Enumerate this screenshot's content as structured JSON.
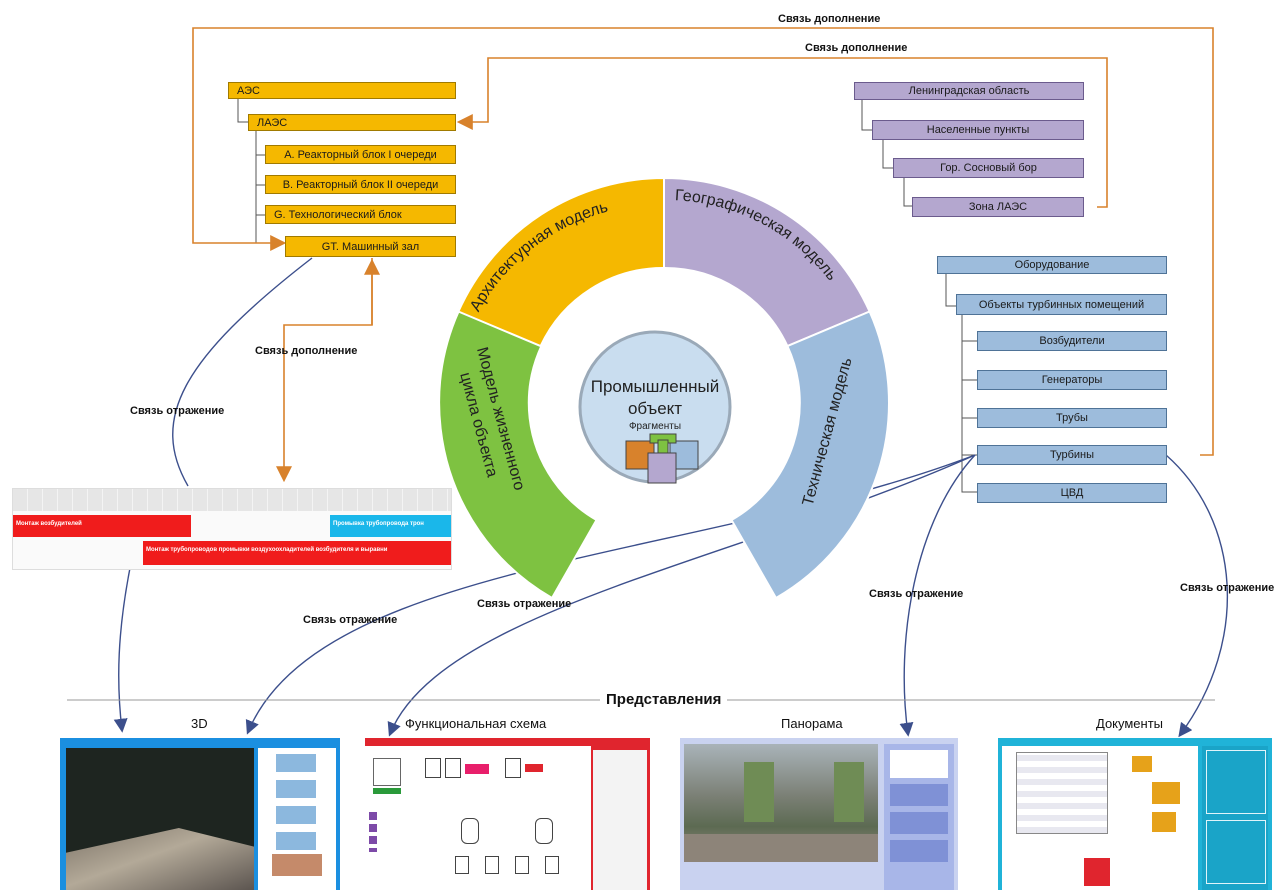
{
  "colors": {
    "yellow": "#f5b800",
    "purple": "#b4a7cf",
    "blue": "#9dbcdc",
    "green": "#7ec241",
    "orange_link": "#d8822c",
    "blue_link": "#3c4f8c"
  },
  "links": {
    "complement": "Связь дополнение",
    "reflection": "Связь отражение"
  },
  "arch_tree": [
    "АЭС",
    "ЛАЭС",
    "A. Реакторный блок I очереди",
    "B. Реакторный блок II очереди",
    "G. Технологический блок",
    "GT. Машинный зал"
  ],
  "geo_tree": [
    "Ленинградская область",
    "Населенные пункты",
    "Гор. Сосновый бор",
    "Зона ЛАЭС"
  ],
  "tech_tree": [
    "Оборудование",
    "Объекты турбинных помещений",
    "Возбудители",
    "Генераторы",
    "Трубы",
    "Турбины",
    "ЦВД"
  ],
  "ring": {
    "arch": "Архитектурная модель",
    "geo": "Географическая модель",
    "tech": "Техническая модель",
    "life_line1": "Модель жизненного",
    "life_line2": "цикла объекта",
    "center_line1": "Промышленный",
    "center_line2": "объект",
    "fragments": "Фрагменты"
  },
  "gantt": {
    "bar1": "Монтаж возбудителей",
    "bar2": "Промывка трубопровода трон",
    "bar3": "Монтаж трубопроводов промывки воздухоохладителей возбудителя и выравни"
  },
  "views": {
    "heading": "Представления",
    "items": [
      "3D",
      "Функциональная схема",
      "Панорама",
      "Документы"
    ]
  }
}
